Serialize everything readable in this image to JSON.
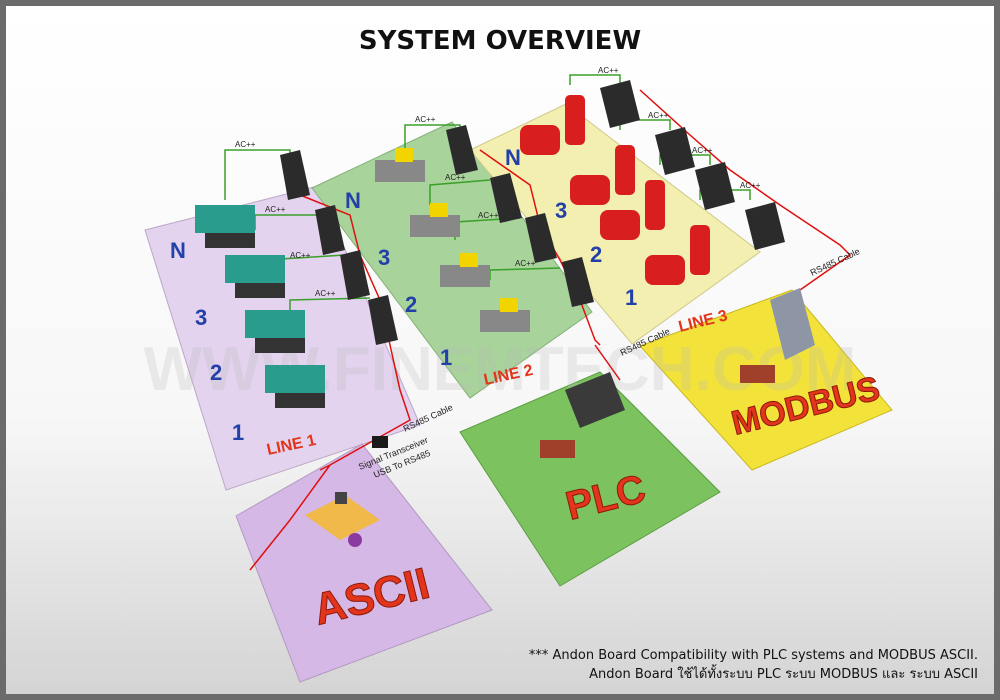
{
  "title": "SYSTEM OVERVIEW",
  "lines": [
    {
      "label": "LINE 1",
      "stations": [
        "N",
        "3",
        "2",
        "1"
      ]
    },
    {
      "label": "LINE 2",
      "stations": [
        "N",
        "3",
        "2",
        "1"
      ]
    },
    {
      "label": "LINE 3",
      "stations": [
        "N",
        "3",
        "2",
        "1"
      ]
    }
  ],
  "power_label": "AC++",
  "cable_label": "RS485 Cable",
  "transceiver": {
    "line1": "Signal Transceiver",
    "line2": "USB To RS485"
  },
  "systems": {
    "ascii": "ASCII",
    "plc": "PLC",
    "modbus": "MODBUS"
  },
  "watermark": "WWW.FINEMTECH.COM",
  "notes": [
    "*** Andon Board Compatibility with PLC systems and MODBUS ASCII.",
    "Andon Board ใช้ได้ทั้งระบบ PLC ระบบ MODBUS และ ระบบ ASCII"
  ],
  "colors": {
    "line1": "#e3d3ef",
    "line2": "#a8d39a",
    "line3": "#f3efb0",
    "ascii": "#d6b8e6",
    "plc": "#7cc35f",
    "modbus": "#f3e23a",
    "rs485": "#e01010",
    "ac": "#3aa02a",
    "label_red": "#e2351b",
    "station_blue": "#2340a8"
  }
}
